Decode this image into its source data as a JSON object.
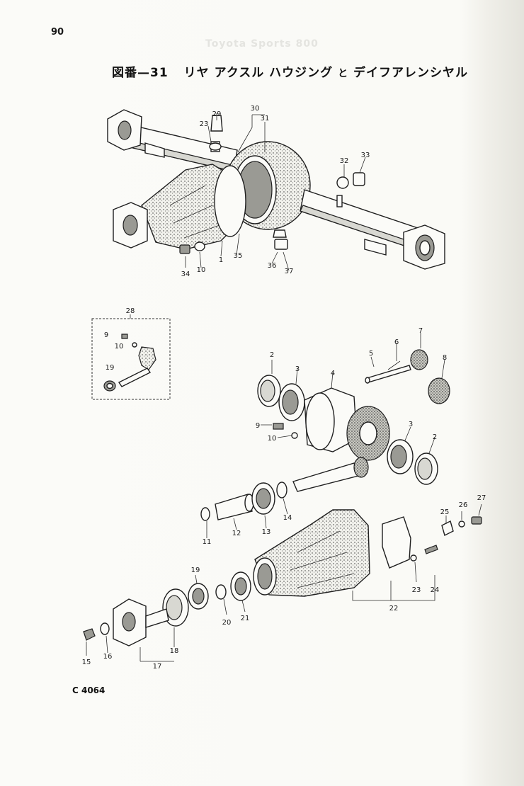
{
  "page_number": "90",
  "header_ghost": "Toyota Sports 800",
  "title": {
    "fig_label": "図番—31",
    "part_name_1": "リヤ アクスル ハウジング",
    "conjunction": "と",
    "part_name_2": "デイフアレンシヤル"
  },
  "footer_code": "C 4064",
  "callouts": {
    "top": [
      "29",
      "30",
      "31",
      "23",
      "32",
      "33",
      "34",
      "10",
      "1",
      "35",
      "36",
      "37"
    ],
    "box": [
      "28",
      "9",
      "10",
      "19"
    ],
    "diff": [
      "2",
      "3",
      "4",
      "5",
      "6",
      "7",
      "8",
      "9",
      "10",
      "3",
      "2"
    ],
    "pinion": [
      "11",
      "12",
      "13",
      "14"
    ],
    "carrier": [
      "19",
      "20",
      "21",
      "22",
      "23",
      "24",
      "25",
      "26",
      "27",
      "15",
      "16",
      "17",
      "18"
    ]
  }
}
